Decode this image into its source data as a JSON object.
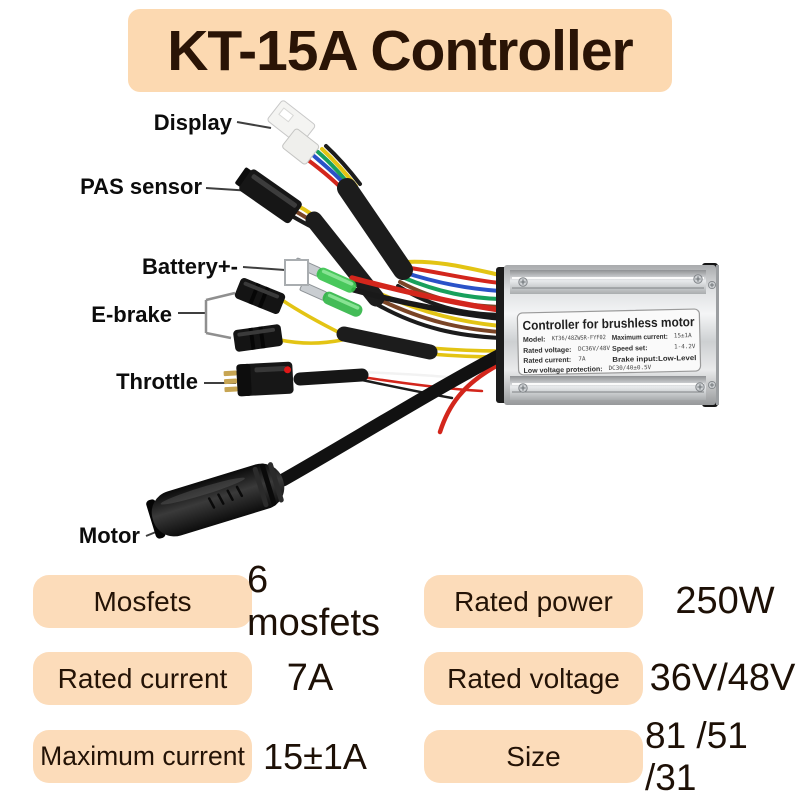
{
  "title": "KT-15A Controller",
  "callouts": {
    "display": "Display",
    "pas": "PAS sensor",
    "battery": "Battery+-",
    "ebrake": "E-brake",
    "throttle": "Throttle",
    "motor": "Motor"
  },
  "plate": {
    "header": "Controller for brushless motor",
    "model_label": "Model:",
    "model_value": "KT36/48ZWSR-FYF02",
    "rated_voltage_label": "Rated voltage:",
    "rated_voltage_value": "DC36V/48V",
    "rated_current_label": "Rated current:",
    "rated_current_value": "7A",
    "lvp_label": "Low voltage protection:",
    "lvp_value": "DC30/40±0.5V",
    "max_current_label": "Maximum current:",
    "max_current_value": "15±1A",
    "speed_set_label": "Speed set:",
    "speed_set_value": "1-4.2V",
    "brake_input": "Brake input:Low-Level"
  },
  "specs": [
    {
      "label": "Mosfets",
      "value": "6 mosfets"
    },
    {
      "label": "Rated power",
      "value": "250W"
    },
    {
      "label": "Rated current",
      "value": "7A"
    },
    {
      "label": "Rated voltage",
      "value": "36V/48V"
    },
    {
      "label": "Maximum current",
      "value": "15±1A"
    },
    {
      "label": "Size",
      "value": "81 /51 /31"
    }
  ],
  "colors": {
    "banner_bg": "#fcd9b1",
    "badge_bg": "#fcdcba",
    "title_text": "#2a1406",
    "wire_red": "#d3261c",
    "wire_blue": "#2a52c8",
    "wire_green": "#18a05c",
    "wire_yellow": "#e3c414",
    "wire_brown": "#7a4526"
  }
}
